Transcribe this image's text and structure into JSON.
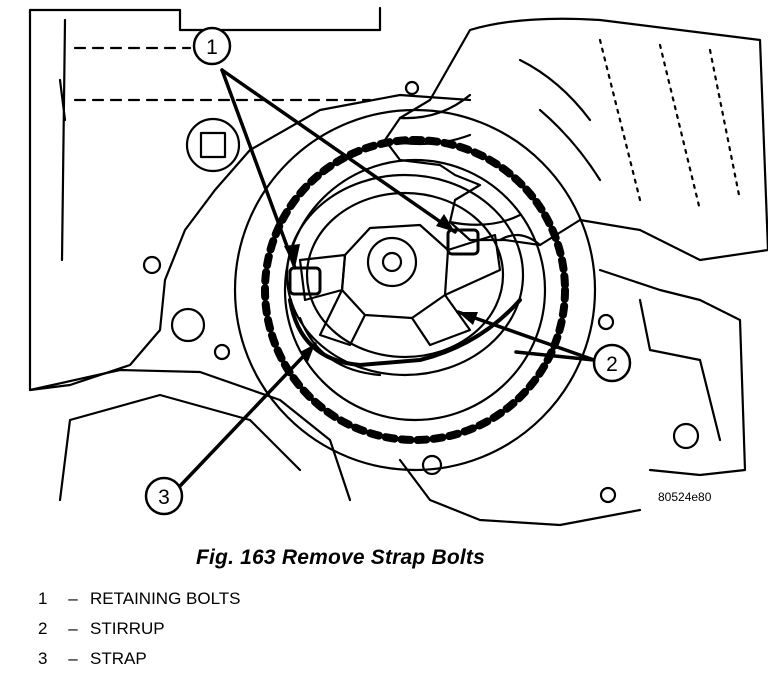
{
  "figure": {
    "callouts": [
      {
        "number": "1"
      },
      {
        "number": "2"
      },
      {
        "number": "3"
      }
    ],
    "image_code": "80524e80"
  },
  "caption": "Fig. 163 Remove Strap Bolts",
  "legend": [
    {
      "number": "1",
      "separator": "–",
      "label": "RETAINING BOLTS"
    },
    {
      "number": "2",
      "separator": "–",
      "label": "STIRRUP"
    },
    {
      "number": "3",
      "separator": "–",
      "label": "STRAP"
    }
  ]
}
